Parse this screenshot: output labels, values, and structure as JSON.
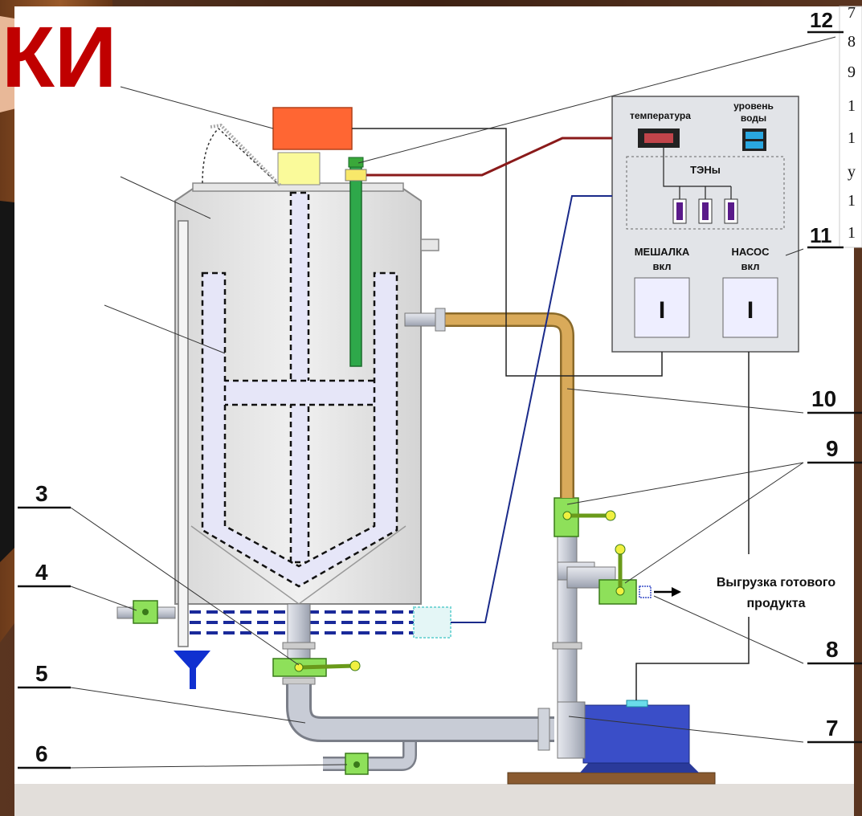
{
  "title_fragment": "КИ",
  "panel": {
    "temperature_label": "температура",
    "water_level_label_1": "уровень",
    "water_level_label_2": "воды",
    "heaters_label": "ТЭНы",
    "mixer_label": "МЕШАЛКА",
    "mixer_state": "вкл",
    "pump_label": "НАСОС",
    "pump_state": "вкл",
    "switch_glyph": "I"
  },
  "output_label_1": "Выгрузка готового",
  "output_label_2": "продукта",
  "callouts": [
    "12",
    "11",
    "10",
    "9",
    "8",
    "7",
    "3",
    "4",
    "5",
    "6"
  ],
  "legend_fragments": [
    "7",
    "8",
    "9",
    "1",
    "1",
    "у",
    "1",
    "1"
  ],
  "colors": {
    "accent_red": "#c00000",
    "heater_purple": "#5a1a8a",
    "valve_green": "#8ee05a",
    "pipe_tan": "#d9aa5a",
    "pump_blue": "#3a4ec8",
    "funnel_blue": "#1030d0",
    "motor_orange": "#ff6633",
    "level_blue": "#2aa7e0"
  }
}
